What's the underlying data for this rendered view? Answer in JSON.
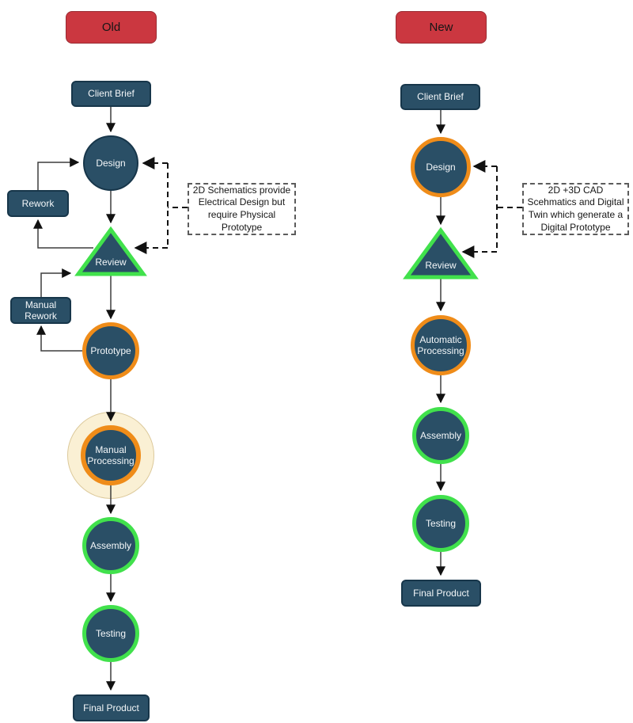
{
  "old": {
    "header_label": "Old",
    "annotation": "2D Schematics provide Electrical Design but require Physical Prototype",
    "nodes": {
      "client_brief": "Client Brief",
      "design": "Design",
      "rework": "Rework",
      "review": "Review",
      "manual_rework": "Manual Rework",
      "prototype": "Prototype",
      "manual_processing": "Manual Processing",
      "assembly": "Assembly",
      "testing": "Testing",
      "final_product": "Final Product"
    }
  },
  "new": {
    "header_label": "New",
    "annotation": "2D +3D CAD Scehmatics and Digital Twin which generate a Digital Prototype",
    "nodes": {
      "client_brief": "Client Brief",
      "design": "Design",
      "review": "Review",
      "automatic_processing": "Automatic Processing",
      "assembly": "Assembly",
      "testing": "Testing",
      "final_product": "Final Product"
    }
  },
  "colors": {
    "node_fill": "#2a4f66",
    "node_border": "#17364a",
    "header_red": "#cb3740",
    "header_red_border": "#992b32",
    "orange_ring": "#ef8c19",
    "green_ring": "#41e14c",
    "halo_fill": "#faf0d4",
    "halo_border": "#dcc99b",
    "solid_line": "#3d3d3d",
    "dashed_line": "#111111"
  }
}
